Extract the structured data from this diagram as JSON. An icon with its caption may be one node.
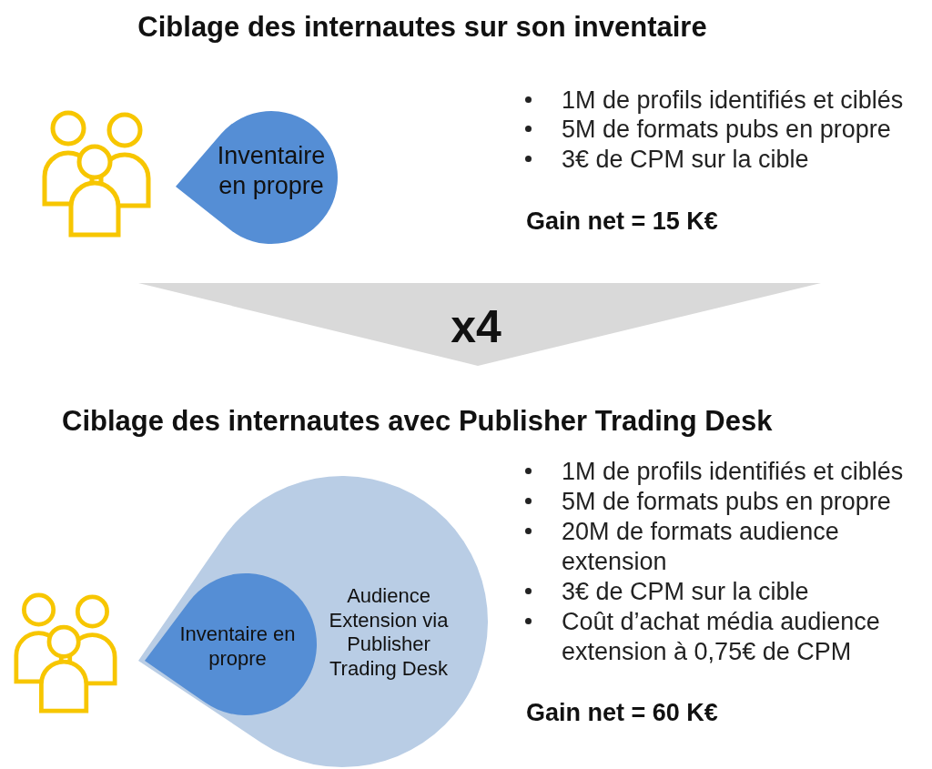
{
  "diagram": {
    "title": "Ciblage des internautes sur son inventaire",
    "nodes": [
      {
        "text": [
          "Inventaire en propre"
        ]
      },
      {
        "text": [
          "x4"
        ]
      },
      {
        "text": [
          "Audience Extension via Publisher Trading Desk"
        ]
      },
      {
        "text": [
          "Inventaire en propre"
        ],
        "in": 2
      }
    ],
    "labels": [
      "1M de profils identifiés et ciblés",
      "5M de formats pubs en propre",
      "3€ de CPM sur la cible",
      "Gain net = 15 K€",
      "Ciblage des internautes avec Publisher Trading Desk",
      "1M de profils identifiés et ciblés",
      "5M de formats pubs en propre",
      "20M de formats audience extension",
      "3€ de CPM sur la cible",
      "Coût d’achat média audience extension à 0,75€ de CPM",
      "Gain net = 60 K€"
    ]
  }
}
